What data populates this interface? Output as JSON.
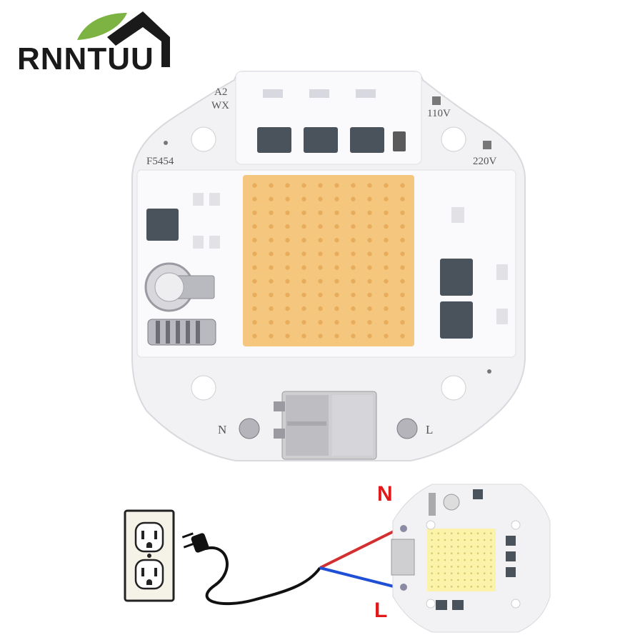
{
  "brand": {
    "name": "RNNTUU",
    "colors": {
      "leaf": "#7cb342",
      "roof": "#1a1a1a"
    }
  },
  "module": {
    "labels": {
      "revision": "A2",
      "revision2": "WX",
      "part": "F5454",
      "v110": "110V",
      "v220": "220V",
      "neutral": "N",
      "live": "L"
    },
    "colors": {
      "board": "#f2f2f4",
      "led_panel": "#f5c77e",
      "led_dot": "#e7ad5c",
      "chip": "#4a525c"
    }
  },
  "wiring": {
    "neutral_label": "N",
    "live_label": "L",
    "colors": {
      "neutral_wire": "#d32f2f",
      "live_wire": "#1e4fd6",
      "cord": "#111111",
      "outlet_plate": "#f5f3e7"
    }
  }
}
